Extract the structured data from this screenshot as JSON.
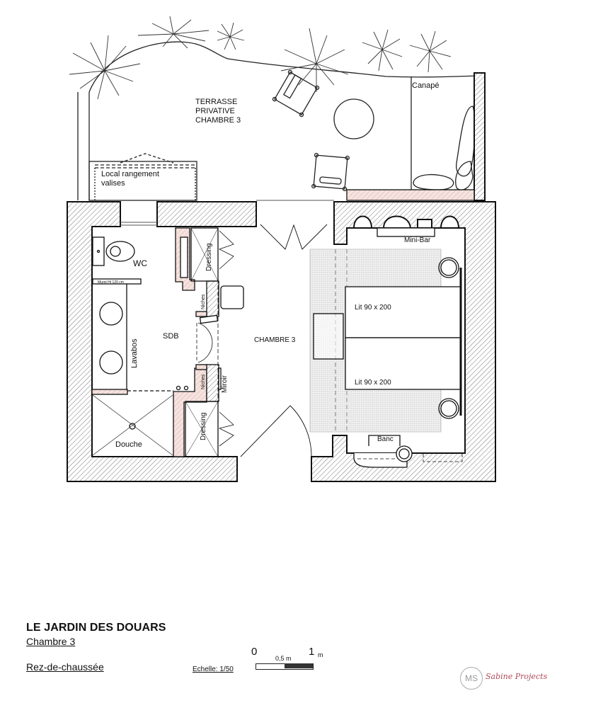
{
  "drawing": {
    "title": "LE JARDIN DES DOUARS",
    "subtitle": "Chambre 3",
    "level": "Rez-de-chaussée",
    "scale_label": "Echelle: 1/50",
    "scale_bar": {
      "start": "0",
      "mid": "0,5 m",
      "end": "1",
      "unit": "m"
    },
    "logo": {
      "monogram": "MS",
      "name": "Sabine Projects",
      "color": "#b04a5a"
    }
  },
  "rooms": {
    "terrace": [
      "TERRASSE",
      "PRIVATIVE",
      "CHAMBRE 3"
    ],
    "storage": [
      "Local rangement",
      "valises"
    ],
    "sofa": "Canapé",
    "wc": "WC",
    "muret": "Muret Ht 120 cm",
    "sdb": "SDB",
    "lavabos": "Lavabos",
    "douche": "Douche",
    "dressing_top": "Dressing",
    "dressing_bottom": "Dressing",
    "niches_top": "Niches",
    "niches_bottom": "Niches",
    "miroir": "Miroir",
    "chambre": "CHAMBRE 3",
    "minibar": "Mini-Bar",
    "bed_top": "Lit 90 x 200",
    "bed_bottom": "Lit 90 x 200",
    "banc": "Banc"
  },
  "colors": {
    "wall_hatch": "#555555",
    "partition_fill": "#f3dcd8",
    "rug_fill": "#e6e6e6",
    "line": "#111111"
  }
}
